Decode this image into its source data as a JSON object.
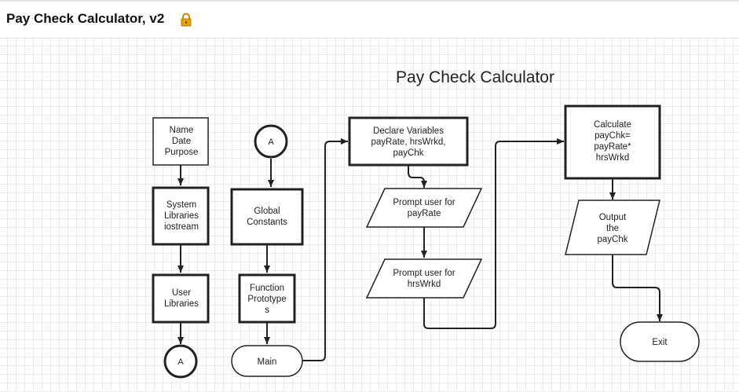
{
  "header": {
    "title": "Pay Check Calculator, v2",
    "lock_icon": "lock-icon"
  },
  "diagram": {
    "title": "Pay Check Calculator",
    "nodes": {
      "header_doc": [
        "Name",
        "Date",
        "Purpose"
      ],
      "system_libraries": [
        "System",
        "Libraries",
        "iostream"
      ],
      "user_libraries": [
        "User",
        "Libraries"
      ],
      "connector_out": "A",
      "connector_in": "A",
      "global_constants": [
        "Global",
        "Constants"
      ],
      "function_prototypes": [
        "Function",
        "Prototype",
        "s"
      ],
      "main": "Main",
      "declare_variables": [
        "Declare Variables",
        "payRate, hrsWrkd,",
        "payChk"
      ],
      "prompt_payrate": [
        "Prompt user for",
        "payRate"
      ],
      "prompt_hrswrkd": [
        "Prompt user for",
        "hrsWrkd"
      ],
      "calculate": [
        "Calculate",
        "payChk=",
        "payRate*",
        "hrsWrkd"
      ],
      "output": [
        "Output",
        "the",
        "payChk"
      ],
      "exit": "Exit"
    }
  },
  "colors": {
    "stroke": "#222222",
    "accent_lock": "#e0a800",
    "grid": "#ececec"
  }
}
